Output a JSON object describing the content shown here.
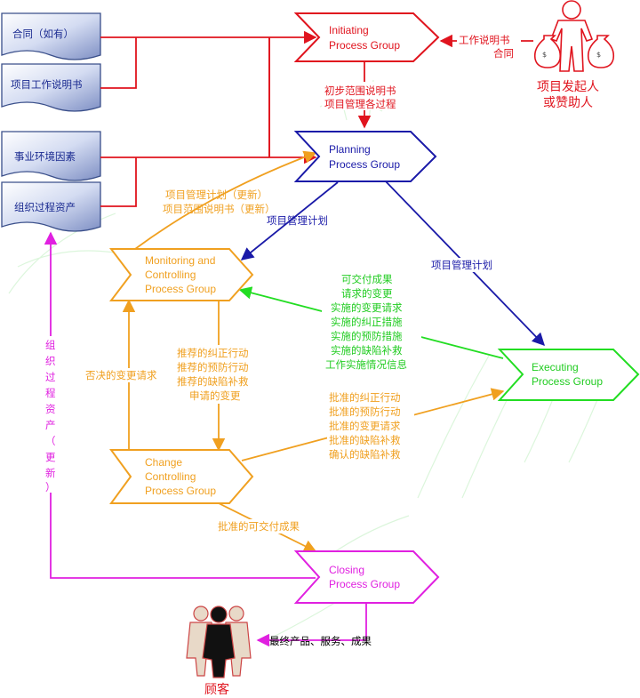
{
  "documents": {
    "contract": "合同（如有）",
    "sow": "项目工作说明书",
    "eef": "事业环境因素",
    "opa": "组织过程资产"
  },
  "groups": {
    "initiating": [
      "Initiating",
      "Process Group"
    ],
    "planning": [
      "Planning",
      "Process Group"
    ],
    "monitoring": [
      "Monitoring and",
      "Controlling",
      "Process Group"
    ],
    "executing": [
      "Executing",
      "Process Group"
    ],
    "change": [
      "Change",
      "Controlling",
      "Process Group"
    ],
    "closing": [
      "Closing",
      "Process Group"
    ]
  },
  "actors": {
    "sponsor": [
      "项目发起人",
      "或赞助人"
    ],
    "customer": "顾客"
  },
  "flows": {
    "sponsor_to_initiating": [
      "工作说明书",
      "合同"
    ],
    "initiating_to_planning": [
      "初步范围说明书",
      "项目管理各过程"
    ],
    "monitoring_to_planning": [
      "项目管理计划（更新）",
      "项目范围说明书（更新）"
    ],
    "planning_to_monitoring": "项目管理计划",
    "planning_to_executing": "项目管理计划",
    "executing_to_monitoring": [
      "可交付成果",
      "请求的变更",
      "实施的变更请求",
      "实施的纠正措施",
      "实施的预防措施",
      "实施的缺陷补救",
      "工作实施情况信息"
    ],
    "monitoring_to_change": [
      "推荐的纠正行动",
      "推荐的预防行动",
      "推荐的缺陷补救",
      "申请的变更"
    ],
    "change_to_monitoring": "否决的变更请求",
    "change_to_executing": [
      "批准的纠正行动",
      "批准的预防行动",
      "批准的变更请求",
      "批准的缺陷补救",
      "确认的缺陷补救"
    ],
    "change_to_closing": "批准的可交付成果",
    "closing_to_opa": [
      "组",
      "织",
      "过",
      "程",
      "资",
      "产",
      "（",
      "更",
      "新",
      "）"
    ],
    "closing_to_customer": "最终产品、服务、成果"
  },
  "colors": {
    "initiating": "#e0141e",
    "planning": "#1a1aa8",
    "monitoring": "#f0a020",
    "executing": "#22dd22",
    "closing": "#e020e0",
    "document_border": "#3a4f8a"
  }
}
